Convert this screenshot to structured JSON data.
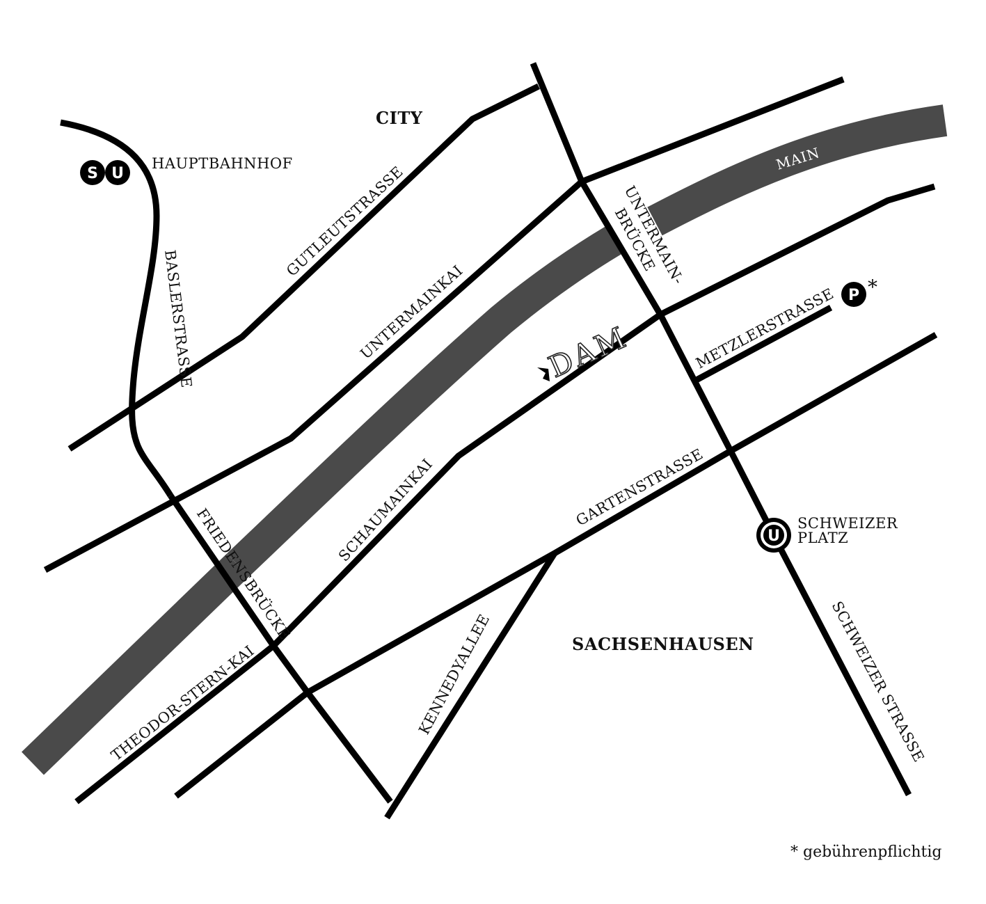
{
  "colors": {
    "road": "#000000",
    "river": "#4a4a4a",
    "badge": "#000000",
    "background": "#ffffff"
  },
  "river": {
    "name": "MAIN"
  },
  "districts": {
    "city": "CITY",
    "sachsenhausen": "SACHSENHAUSEN"
  },
  "streets": {
    "gutleutstrasse": "GUTLEUTSTRASSE",
    "untermainkai": "UNTERMAINKAI",
    "baslerstrasse": "BASLERSTRASSE",
    "untermainbruecke_line1": "UNTERMAIN-",
    "untermainbruecke_line2": "BRÜCKE",
    "metzlerstrasse": "METZLERSTRASSE",
    "schaumainkai": "SCHAUMAINKAI",
    "friedensbruecke": "FRIEDENSBRÜCKE",
    "gartenstrasse": "GARTENSTRASSE",
    "theodor_stern_kai": "THEODOR-STERN-KAI",
    "kennedyallee": "KENNEDYALLEE",
    "schweizer_strasse": "SCHWEIZER STRASSE"
  },
  "stations": {
    "hauptbahnhof": {
      "name": "HAUPTBAHNHOF",
      "s_badge": "S",
      "u_badge": "U",
      "s_icon": "s-bahn-icon",
      "u_icon": "u-bahn-icon"
    },
    "schweizer_platz": {
      "name_line1": "SCHWEIZER",
      "name_line2": "PLATZ",
      "u_badge": "U",
      "u_icon": "u-bahn-icon"
    }
  },
  "parking": {
    "badge": "P",
    "asterisk": "*",
    "icon": "parking-icon"
  },
  "museum": {
    "logo": "DAM",
    "icon": "museum-marker-icon"
  },
  "footnote": "* gebührenpflichtig"
}
